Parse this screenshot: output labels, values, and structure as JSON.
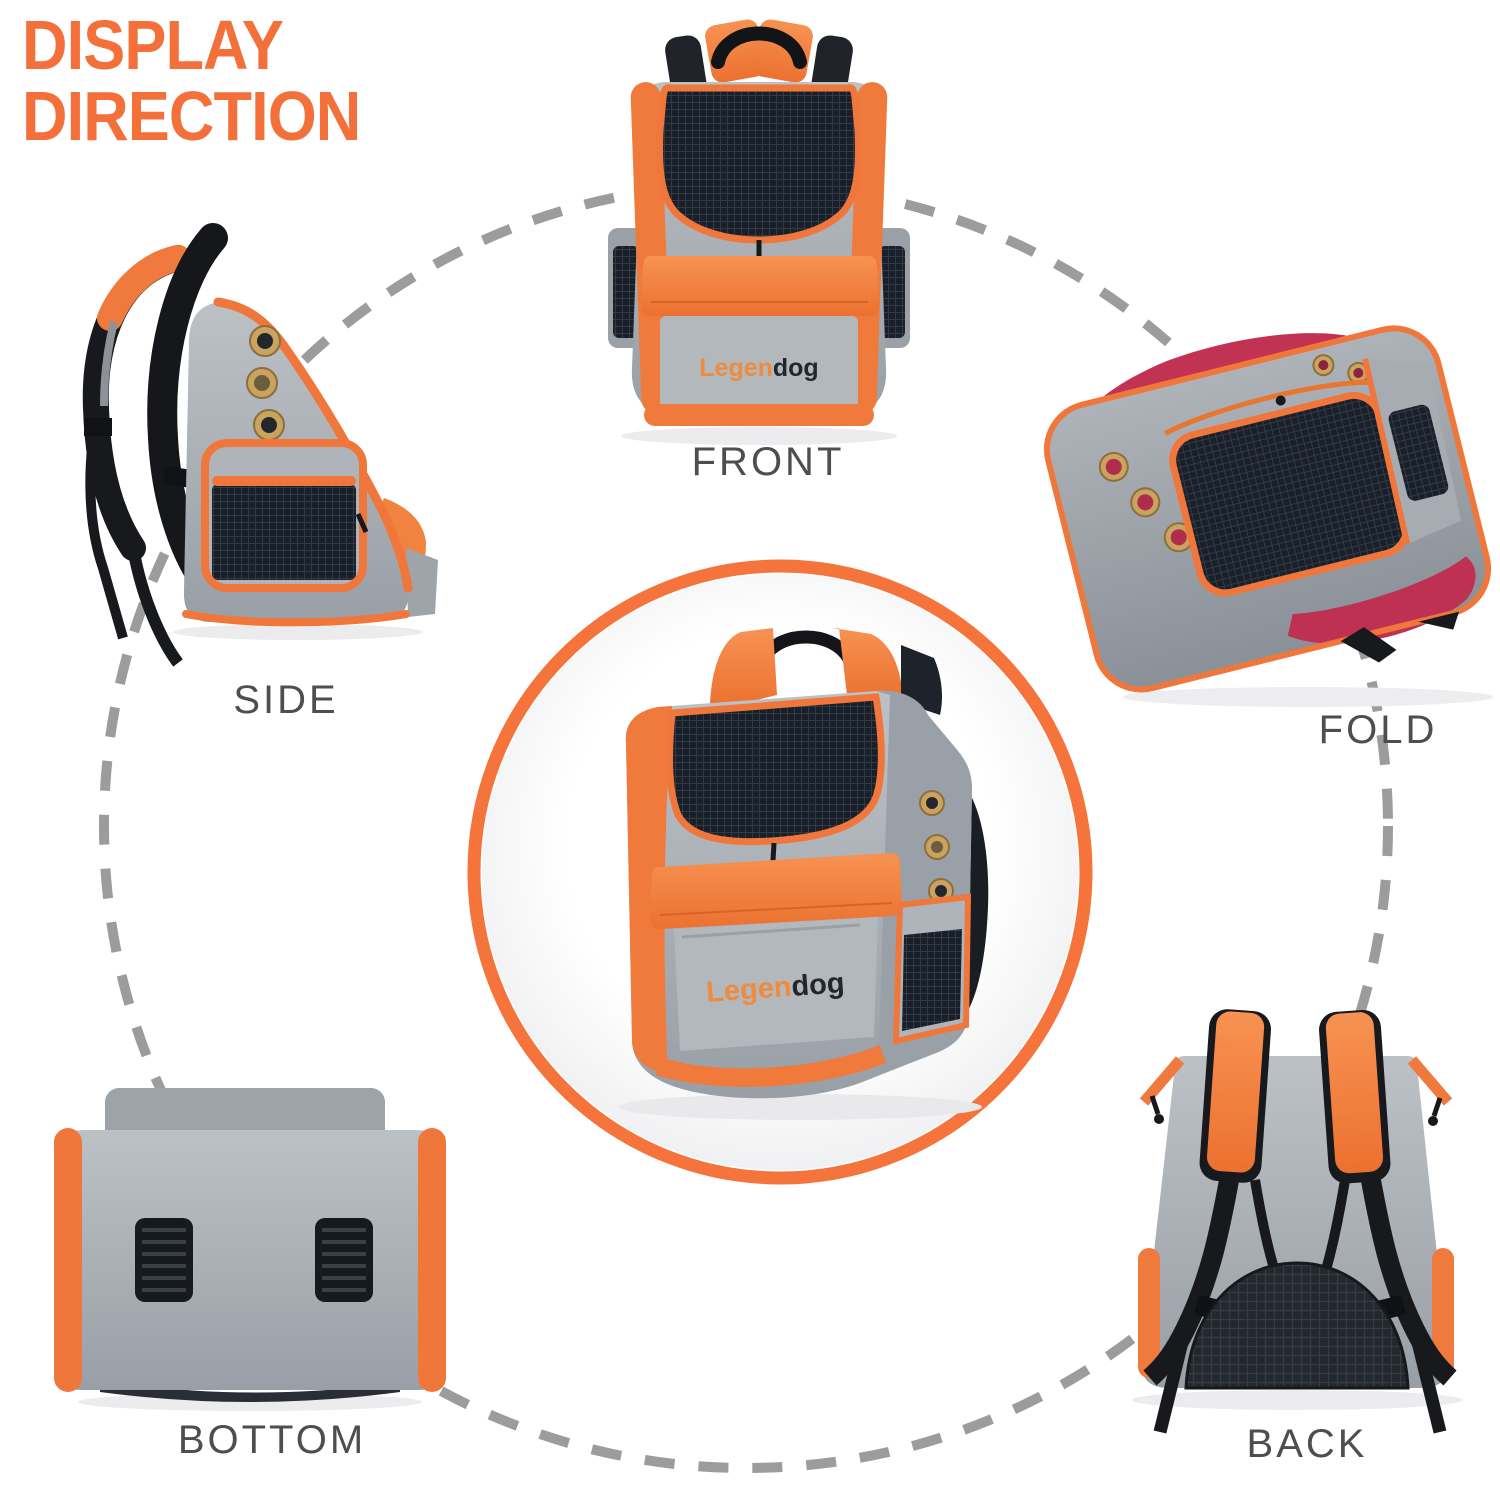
{
  "title": {
    "line1": "DISPLAY",
    "line2": "DIRECTION"
  },
  "brand": {
    "part1": "Legen",
    "part2": "dog"
  },
  "views": {
    "front": {
      "label": "FRONT"
    },
    "side": {
      "label": "SIDE"
    },
    "fold": {
      "label": "FOLD"
    },
    "bottom": {
      "label": "BOTTOM"
    },
    "back": {
      "label": "BACK"
    }
  },
  "colors": {
    "accent_orange": "#F3703B",
    "label_gray": "#4E4E4E",
    "dashed_circle_gray": "#9C9C9C",
    "fabric_gray": "#A7ACB2",
    "mesh_black": "#1A202A",
    "inner_lining_red": "#C23353",
    "grommet_gold": "#C9A35F",
    "strap_black": "#17191D"
  }
}
